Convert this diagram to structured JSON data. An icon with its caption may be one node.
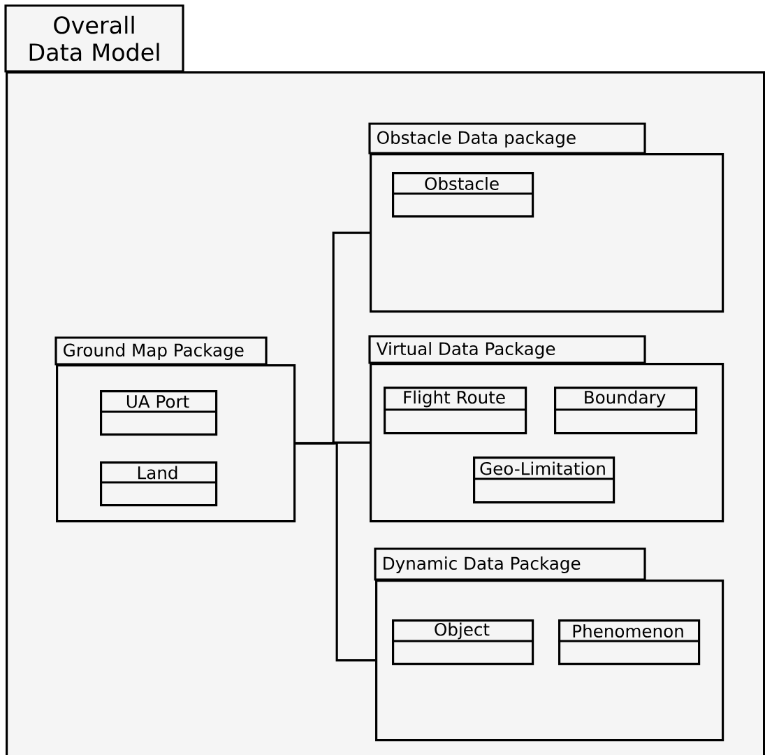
{
  "diagram": {
    "nodes": [
      {
        "text": [
          "Overall Data Model"
        ]
      },
      {
        "text": [
          "Ground  Map Package"
        ],
        "in": 0
      },
      {
        "text": [
          "UA Port"
        ],
        "in": 1
      },
      {
        "text": [
          "Land"
        ],
        "in": 1
      },
      {
        "text": [
          "Obstacle  Data package"
        ],
        "in": 0
      },
      {
        "text": [
          "Obstacle"
        ],
        "in": 4
      },
      {
        "text": [
          "Virtual Data Package"
        ],
        "in": 0
      },
      {
        "text": [
          "Flight  Route"
        ],
        "in": 6
      },
      {
        "text": [
          "Boundary"
        ],
        "in": 6
      },
      {
        "text": [
          "Geo-Limitation"
        ],
        "in": 6
      },
      {
        "text": [
          "Dynamic  Data Package"
        ],
        "in": 0
      },
      {
        "text": [
          "Object"
        ],
        "in": 10
      },
      {
        "text": [
          "Phenomenon"
        ],
        "in": 10
      }
    ],
    "edges": [
      {
        "from": 1,
        "to": 4,
        "arrow": "none"
      },
      {
        "from": 1,
        "to": 6,
        "arrow": "none"
      },
      {
        "from": 1,
        "to": 10,
        "arrow": "none"
      }
    ]
  }
}
